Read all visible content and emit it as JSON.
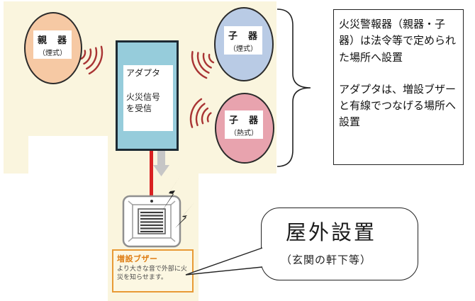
{
  "diagram": {
    "parent_device": {
      "name": "親　器",
      "type": "（煙式）"
    },
    "child_device_smoke": {
      "name": "子　器",
      "type": "（煙式）"
    },
    "child_device_heat": {
      "name": "子　器",
      "type": "（熱式）"
    },
    "adapter": {
      "label": "アダプタ\n\n火災信号\nを受信"
    },
    "buzzer": {
      "title": "増設ブザー",
      "description": "より大きな音で外部に火災を知らせます。"
    }
  },
  "annotations": {
    "device_note": "火災警報器（親器・子器）は法令等で定められた場所へ設置",
    "adapter_note": "アダプタは、増設ブザーと有線でつなげる場所へ設置",
    "callout_title": "屋外設置",
    "callout_subtitle": "（玄関の軒下等）"
  },
  "colors": {
    "cream": "#FAF5DE",
    "parent-fill": "#F6C9A4",
    "child-smoke-fill": "#B9CBE5",
    "child-heat-fill": "#E8A3AE",
    "adapter-fill": "#96CCDB",
    "wave-red": "#A93434",
    "wire-red": "#D92121",
    "arrow-gray": "#C6C6C6",
    "orange-border": "#E89A35",
    "orange-text": "#DE7E15"
  }
}
